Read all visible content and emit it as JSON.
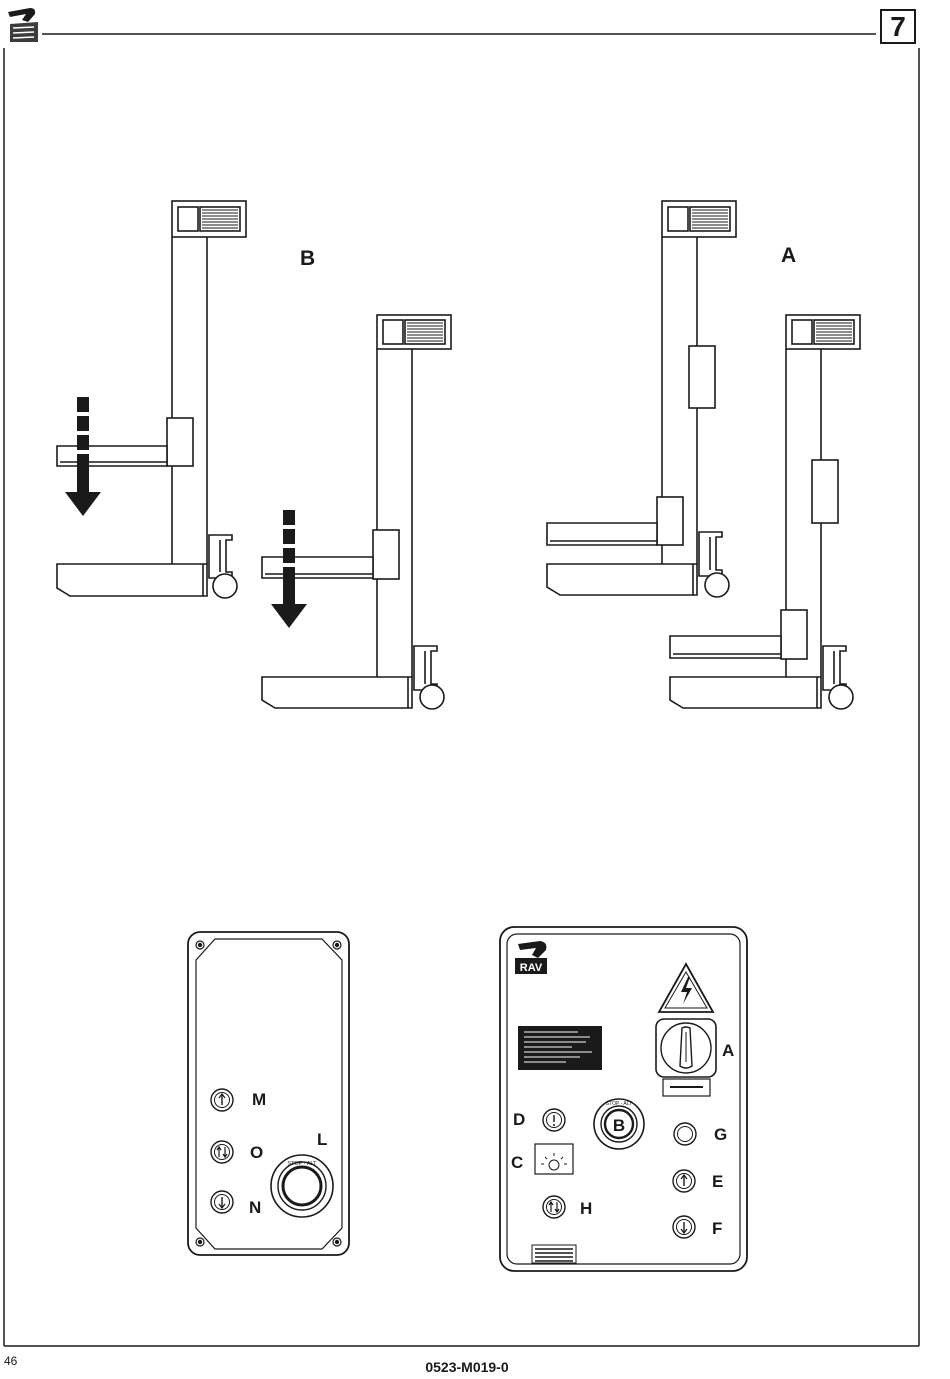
{
  "header": {
    "page_number": "7"
  },
  "figures": {
    "lift_b_label": "B",
    "lift_a_label": "A"
  },
  "pendant_panel": {
    "labels": {
      "m": "M",
      "o": "O",
      "n": "N",
      "l": "L"
    },
    "stop_ring_text": "STOP - ALT"
  },
  "main_panel": {
    "logo_text": "RAV",
    "labels": {
      "a": "A",
      "b": "B",
      "c": "C",
      "d": "D",
      "e": "E",
      "f": "F",
      "g": "G",
      "h": "H"
    },
    "stop_ring_text": "STOP - ALT"
  },
  "footer": {
    "page": "46",
    "code": "0523-M019-0"
  },
  "icons": [
    "rav-logo-icon",
    "warning-high-voltage-icon",
    "arrow-down-icon",
    "up-icon",
    "down-icon",
    "up-down-icon",
    "lamp-icon",
    "main-switch-icon",
    "emergency-stop-icon"
  ]
}
